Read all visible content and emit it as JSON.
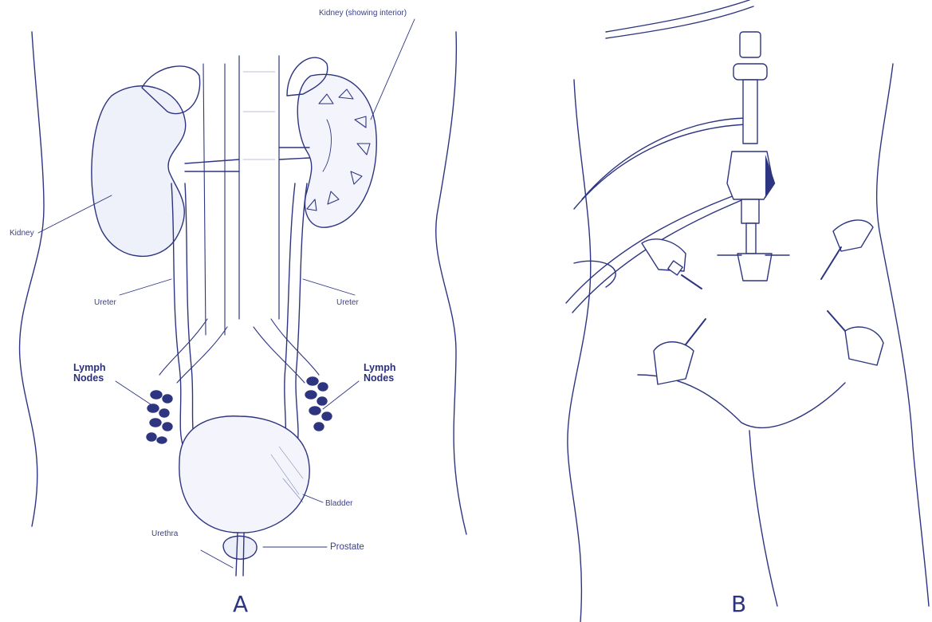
{
  "figure": {
    "colors": {
      "ink": "#2e3580",
      "label": "#3a3f8a",
      "background": "#ffffff"
    },
    "panel_a": {
      "letter": "A",
      "labels": {
        "kidney_interior": "Kidney  (showing  interior)",
        "kidney": "Kidney",
        "ureter_left": "Ureter",
        "ureter_right": "Ureter",
        "lymph_left": "Lymph Nodes",
        "lymph_right": "Lymph Nodes",
        "bladder": "Bladder",
        "urethra": "Urethra",
        "prostate": "Prostate"
      }
    },
    "panel_b": {
      "letter": "B"
    }
  }
}
